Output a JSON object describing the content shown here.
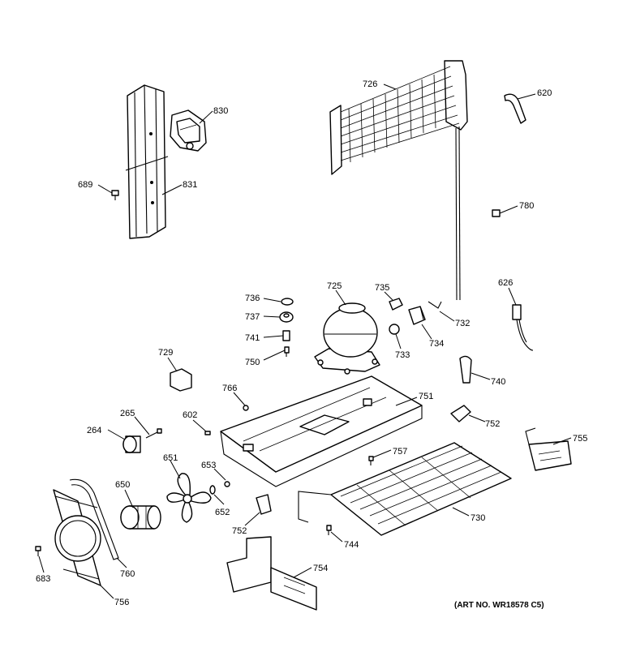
{
  "diagram": {
    "art_number": "(ART NO. WR18578 C5)",
    "callouts": {
      "p726": "726",
      "p620": "620",
      "p830": "830",
      "p831": "831",
      "p689": "689",
      "p780": "780",
      "p626": "626",
      "p736": "736",
      "p725": "725",
      "p735": "735",
      "p737": "737",
      "p732": "732",
      "p741": "741",
      "p734": "734",
      "p733": "733",
      "p750": "750",
      "p729": "729",
      "p740": "740",
      "p766": "766",
      "p751": "751",
      "p265": "265",
      "p602": "602",
      "p752a": "752",
      "p264": "264",
      "p755": "755",
      "p757": "757",
      "p651": "651",
      "p653": "653",
      "p650": "650",
      "p652": "652",
      "p730": "730",
      "p752b": "752",
      "p744": "744",
      "p760": "760",
      "p754": "754",
      "p683": "683",
      "p756": "756"
    }
  }
}
